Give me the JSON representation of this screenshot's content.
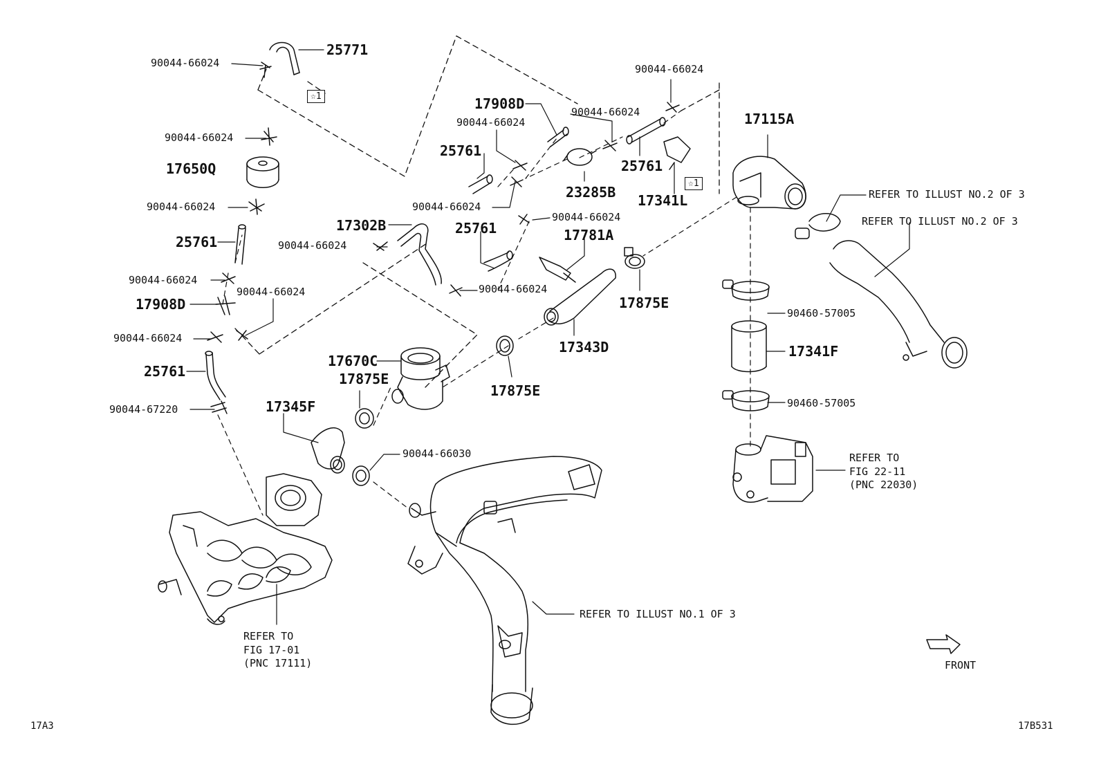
{
  "diagram": {
    "corner_left": "17A3",
    "corner_right": "17B531",
    "front_label": "FRONT",
    "star_marker": "☆1",
    "labels": {
      "p25771": "25771",
      "p90044_66024_a": "90044-66024",
      "p90044_66024_b": "90044-66024",
      "p17650q": "17650Q",
      "p90044_66024_c": "90044-66024",
      "p25761_a": "25761",
      "p90044_66024_d": "90044-66024",
      "p17908d_a": "17908D",
      "p90044_66024_e": "90044-66024",
      "p90044_66024_f": "90044-66024",
      "p25761_b": "25761",
      "p90044_67220": "90044-67220",
      "p17302b": "17302B",
      "p90044_66024_g": "90044-66024",
      "p17908d_b": "17908D",
      "p90044_66024_h": "90044-66024",
      "p25761_c": "25761",
      "p90044_66024_i": "90044-66024",
      "p90044_66024_j": "90044-66024",
      "p23285b": "23285B",
      "p90044_66024_k": "90044-66024",
      "p25761_d": "25761",
      "p90044_66024_l": "90044-66024",
      "p25761_e": "25761",
      "p17781a": "17781A",
      "p90044_66024_m": "90044-66024",
      "p17341l": "17341L",
      "p17115a": "17115A",
      "p17875e_a": "17875E",
      "p17343d": "17343D",
      "p17875e_b": "17875E",
      "p17670c": "17670C",
      "p17875e_c": "17875E",
      "p17345f": "17345F",
      "p90044_66030": "90044-66030",
      "p90460_57005_a": "90460-57005",
      "p17341f": "17341F",
      "p90460_57005_b": "90460-57005"
    },
    "refs": {
      "ref_illust2_a": "REFER TO ILLUST NO.2 OF 3",
      "ref_illust2_b": "REFER TO ILLUST NO.2 OF 3",
      "ref_illust1": "REFER TO ILLUST NO.1 OF 3",
      "ref_fig2211_l1": "REFER TO",
      "ref_fig2211_l2": "FIG 22-11",
      "ref_fig2211_l3": "(PNC 22030)",
      "ref_fig1701_l1": "REFER TO",
      "ref_fig1701_l2": "FIG 17-01",
      "ref_fig1701_l3": "(PNC 17111)"
    }
  }
}
